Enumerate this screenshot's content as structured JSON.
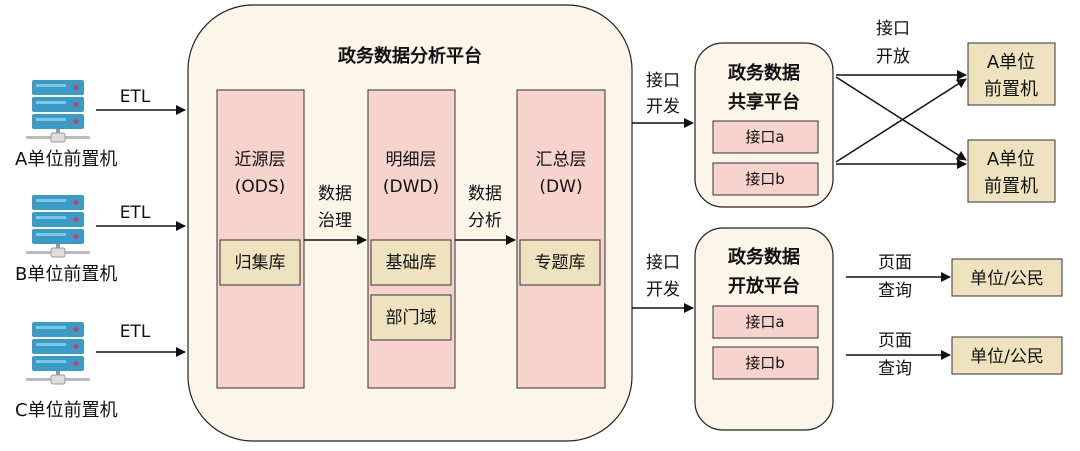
{
  "colors": {
    "platform_bg": "#fbf5ea",
    "layer_bg": "#f6d3cd",
    "store_bg": "#efe3bf",
    "server_blue": "#3a9cc6",
    "line": "#111111"
  },
  "sources": [
    {
      "label": "A单位前置机",
      "icon": "server-icon",
      "edge": "ETL"
    },
    {
      "label": "B单位前置机",
      "icon": "server-icon",
      "edge": "ETL"
    },
    {
      "label": "C单位前置机",
      "icon": "server-icon",
      "edge": "ETL"
    }
  ],
  "analysis_platform": {
    "title": "政务数据分析平台",
    "layers": [
      {
        "name": "近源层",
        "code": "(ODS)",
        "stores": [
          "归集库"
        ]
      },
      {
        "name": "明细层",
        "code": "(DWD)",
        "stores": [
          "基础库",
          "部门域"
        ]
      },
      {
        "name": "汇总层",
        "code": "(DW)",
        "stores": [
          "专题库"
        ]
      }
    ],
    "flows": [
      {
        "line1": "数据",
        "line2": "治理"
      },
      {
        "line1": "数据",
        "line2": "分析"
      }
    ]
  },
  "share_platform": {
    "edge_in": {
      "line1": "接口",
      "line2": "开发"
    },
    "title1": "政务数据",
    "title2": "共享平台",
    "interfaces": [
      "接口a",
      "接口b"
    ],
    "edge_out": {
      "line1": "接口",
      "line2": "开放"
    },
    "targets": [
      {
        "line1": "A单位",
        "line2": "前置机"
      },
      {
        "line1": "A单位",
        "line2": "前置机"
      }
    ]
  },
  "open_platform": {
    "edge_in": {
      "line1": "接口",
      "line2": "开发"
    },
    "title1": "政务数据",
    "title2": "开放平台",
    "interfaces": [
      "接口a",
      "接口b"
    ],
    "outputs": [
      {
        "edge1": "页面",
        "edge2": "查询",
        "target": "单位/公民"
      },
      {
        "edge1": "页面",
        "edge2": "查询",
        "target": "单位/公民"
      }
    ]
  }
}
